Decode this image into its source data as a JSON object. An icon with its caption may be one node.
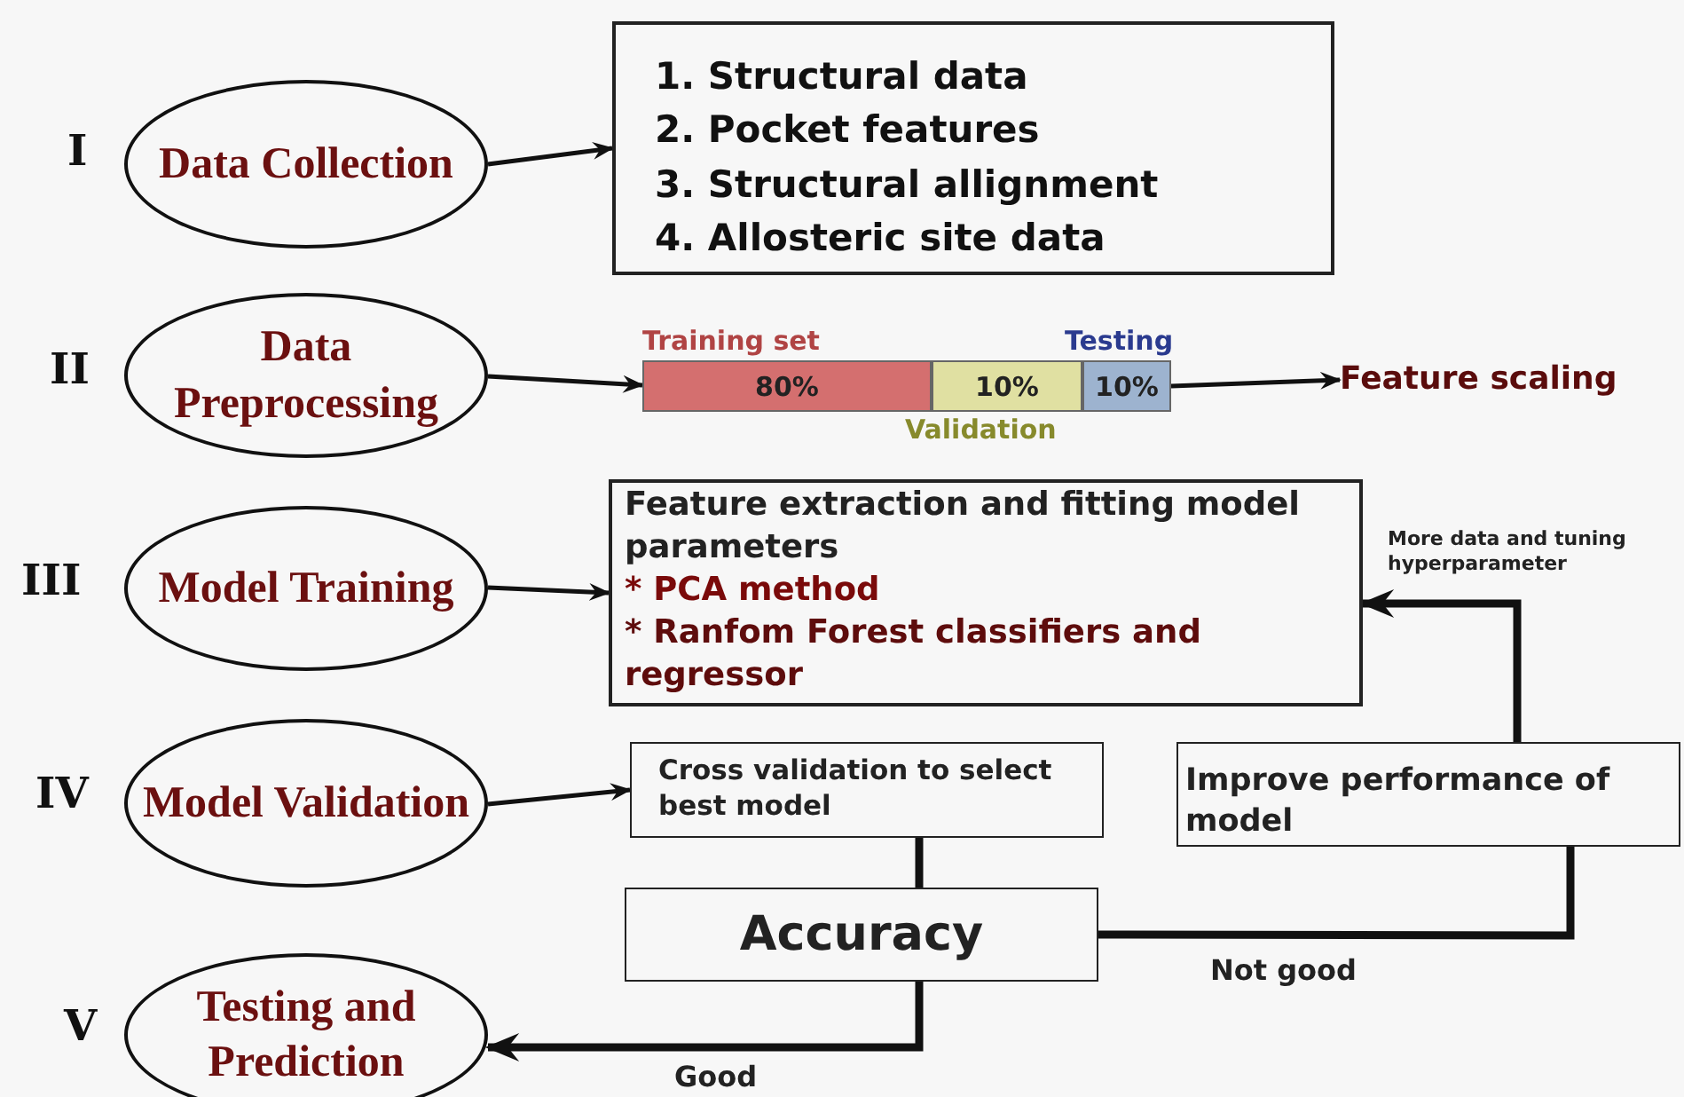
{
  "diagram": {
    "nodes": [
      {
        "text": [
          "Data Collection"
        ],
        "beside": [
          "I"
        ]
      },
      {
        "text": [
          "1. Structural data",
          "2. Pocket features",
          "3. Structural allignment",
          "4. Allosteric site data"
        ]
      },
      {
        "text": [
          "Data Preprocessing"
        ],
        "beside": [
          "II"
        ]
      },
      {
        "text": [
          "80%"
        ],
        "beside": [
          "Training set"
        ]
      },
      {
        "text": [
          "10%"
        ],
        "beside": [
          "Validation"
        ]
      },
      {
        "text": [
          "10%"
        ],
        "beside": [
          "Testing"
        ]
      },
      {
        "text": [
          "Feature scaling"
        ]
      },
      {
        "text": [
          "Model Training"
        ],
        "beside": [
          "III"
        ]
      },
      {
        "text": [
          "Feature extraction and fitting model parameters",
          "* PCA method",
          "* Ranfom Forest classifiers and regressor"
        ]
      },
      {
        "text": [
          "Model Validation"
        ],
        "beside": [
          "IV"
        ]
      },
      {
        "text": [
          "Cross validation to select best model"
        ]
      },
      {
        "text": [
          "Improve performance of model"
        ]
      },
      {
        "text": [
          "Accuracy"
        ]
      },
      {
        "text": [
          "Testing and Prediction"
        ],
        "beside": [
          "V"
        ]
      }
    ],
    "edges": [
      {
        "from": 0,
        "to": 1,
        "arrow": "to"
      },
      {
        "from": 2,
        "to": 3,
        "arrow": "to"
      },
      {
        "from": 5,
        "to": 6,
        "arrow": "to"
      },
      {
        "from": 7,
        "to": 8,
        "arrow": "to"
      },
      {
        "from": 9,
        "to": 10,
        "arrow": "to"
      },
      {
        "from": 10,
        "to": 12,
        "arrow": "none",
        "style": "thick"
      },
      {
        "from": 12,
        "to": 11,
        "arrow": "none",
        "label": "Not good",
        "style": "thick"
      },
      {
        "from": 11,
        "to": 8,
        "arrow": "to",
        "label": "More data and tuning hyperparameter",
        "style": "thick"
      },
      {
        "from": 12,
        "to": 13,
        "arrow": "to",
        "label": "Good",
        "style": "thick"
      }
    ]
  }
}
